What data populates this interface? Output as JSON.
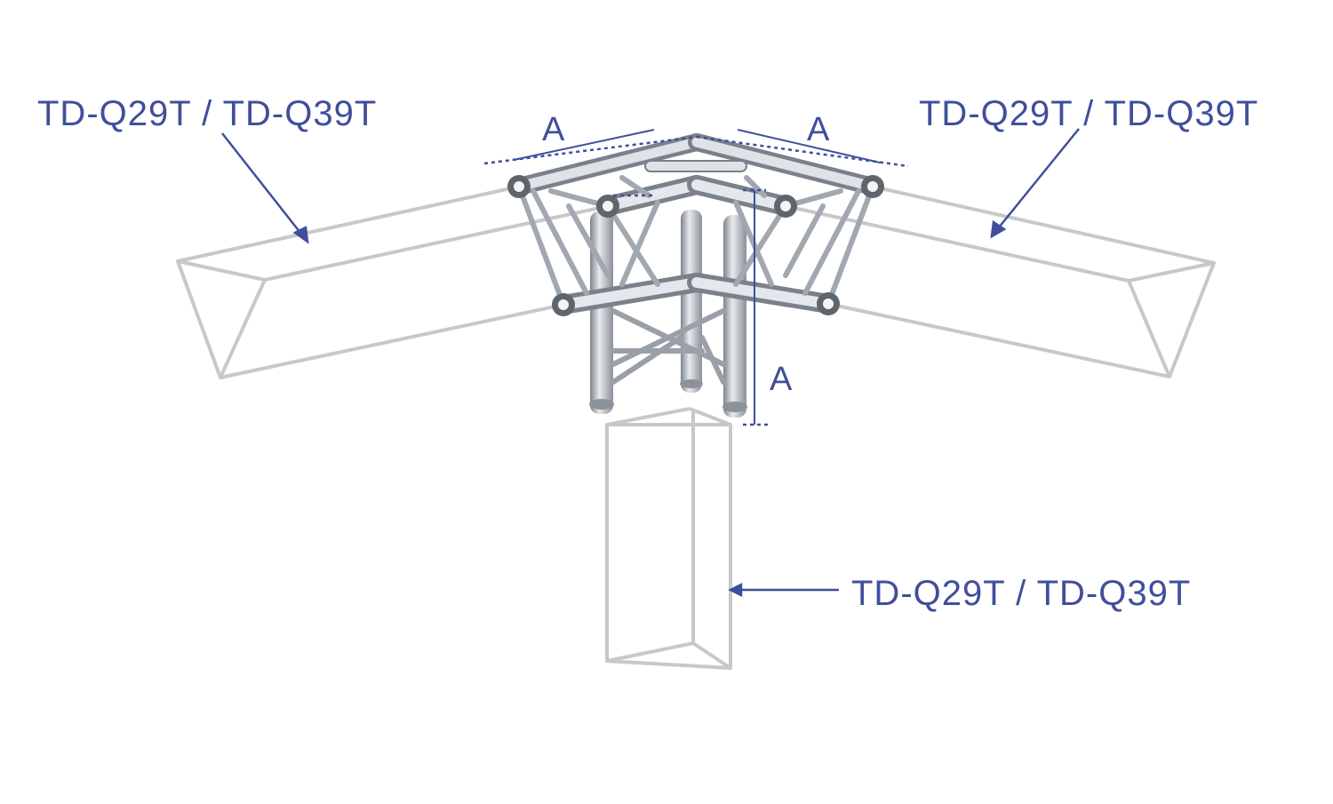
{
  "labels": {
    "left_module": "TD-Q29T / TD-Q39T",
    "right_module": "TD-Q29T / TD-Q39T",
    "bottom_module": "TD-Q29T / TD-Q39T"
  },
  "dimensions": {
    "left_arm": "A",
    "right_arm": "A",
    "vertical_leg": "A"
  },
  "colors": {
    "annotation": "#3f4f9c",
    "outline": "#c8c8c8",
    "tube_light": "#e6e8ec",
    "tube_mid": "#b7bcc4",
    "tube_dark": "#6f757e"
  }
}
